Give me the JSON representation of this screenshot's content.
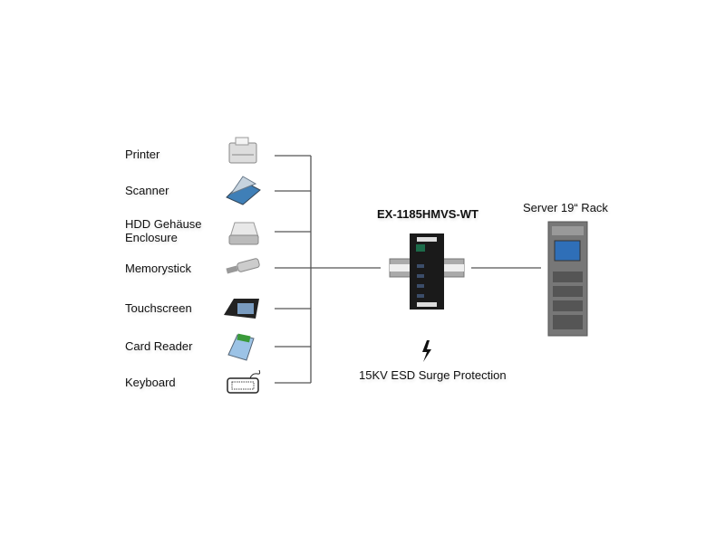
{
  "devices": [
    {
      "label": "Printer",
      "icon": "printer-icon"
    },
    {
      "label": "Scanner",
      "icon": "scanner-icon"
    },
    {
      "label": "HDD Gehäuse",
      "label2": "Enclosure",
      "icon": "hdd-enclosure-icon"
    },
    {
      "label": "Memorystick",
      "icon": "usb-stick-icon"
    },
    {
      "label": "Touchscreen",
      "icon": "touchscreen-icon"
    },
    {
      "label": "Card Reader",
      "icon": "card-reader-icon"
    },
    {
      "label": "Keyboard",
      "icon": "keyboard-icon"
    }
  ],
  "hub": {
    "model": "EX-1185HMVS-WT"
  },
  "server": {
    "label": "Server 19“ Rack"
  },
  "protection": {
    "label": "15KV ESD Surge Protection",
    "icon": "lightning-icon"
  },
  "colors": {
    "line": "#555555",
    "hub": "#1a1a1a",
    "rail": "#9a9a9a",
    "rack": "#8a8a8a",
    "screen": "#2f6fb8"
  }
}
